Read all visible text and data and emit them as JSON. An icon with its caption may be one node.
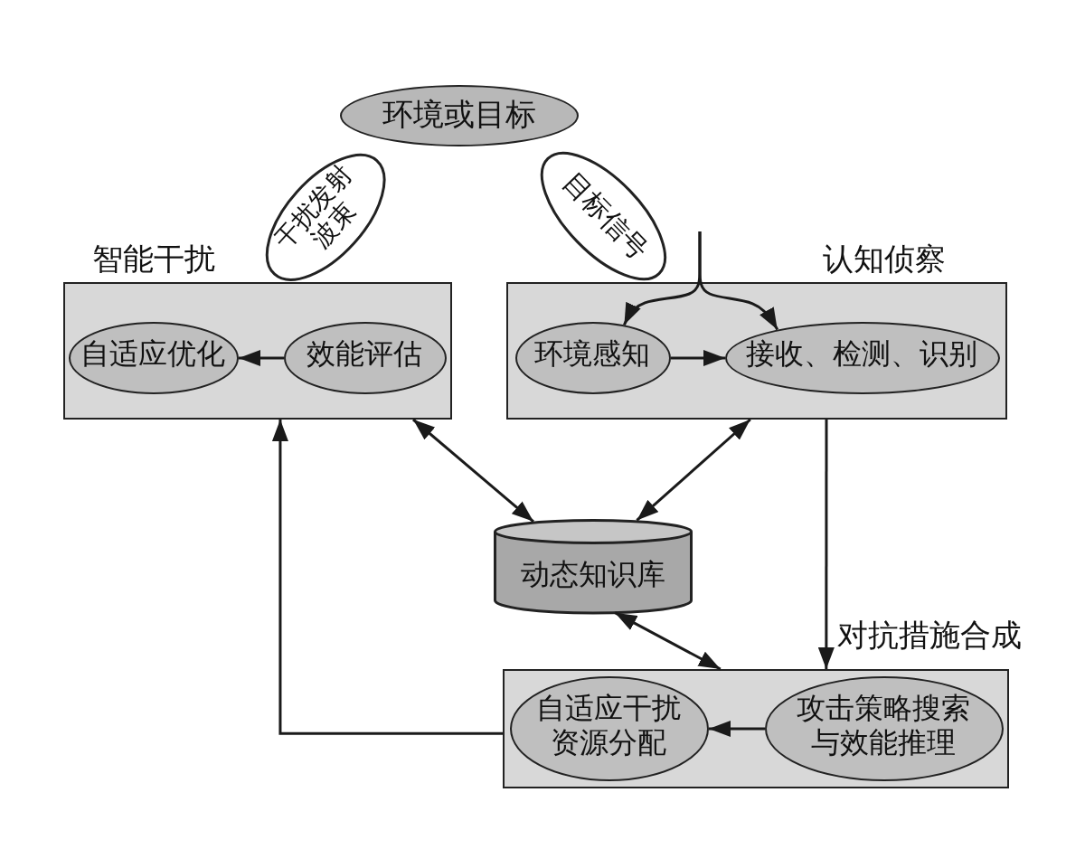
{
  "diagram": {
    "nodes": [
      {
        "text": [
          "环境或目标"
        ]
      },
      {
        "text": [
          "干扰发射波束"
        ]
      },
      {
        "text": [
          "目标信号"
        ]
      },
      {
        "text": [
          "智能干扰"
        ]
      },
      {
        "text": [
          "自适应优化"
        ],
        "in": 3
      },
      {
        "text": [
          "效能评估"
        ],
        "in": 3
      },
      {
        "text": [
          "认知侦察"
        ]
      },
      {
        "text": [
          "环境感知"
        ],
        "in": 6
      },
      {
        "text": [
          "接收、检测、识别"
        ],
        "in": 6
      },
      {
        "text": [
          "动态知识库"
        ]
      },
      {
        "text": [],
        "shape": "box"
      },
      {
        "text": [
          "自适应干扰资源分配"
        ],
        "in": 10
      },
      {
        "text": [
          "攻击策略搜索与效能推理"
        ],
        "in": 10
      }
    ],
    "edges": [
      {
        "from": 5,
        "to": 4,
        "arrow": "to"
      },
      {
        "from": 7,
        "to": 8,
        "arrow": "to"
      },
      {
        "from": null,
        "to": 7,
        "arrow": "to"
      },
      {
        "from": null,
        "to": 8,
        "arrow": "to"
      },
      {
        "from": 3,
        "to": 9,
        "arrow": "both"
      },
      {
        "from": 6,
        "to": 9,
        "arrow": "both"
      },
      {
        "from": 9,
        "to": 10,
        "arrow": "both"
      },
      {
        "from": 6,
        "to": 10,
        "arrow": "to",
        "label": "对抗措施合成"
      },
      {
        "from": 12,
        "to": 11,
        "arrow": "to"
      },
      {
        "from": 10,
        "to": 3,
        "arrow": "to"
      }
    ]
  }
}
